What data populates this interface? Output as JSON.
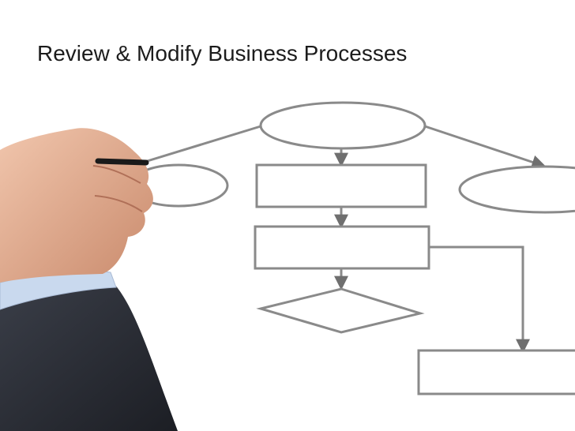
{
  "slide": {
    "title": "Review & Modify Business Processes"
  },
  "diagram": {
    "nodes": [
      {
        "id": "top-oval",
        "shape": "oval"
      },
      {
        "id": "left-oval",
        "shape": "oval",
        "partially_hidden": true
      },
      {
        "id": "right-oval",
        "shape": "oval",
        "partially_hidden": true
      },
      {
        "id": "process-box-1",
        "shape": "rectangle"
      },
      {
        "id": "process-box-2",
        "shape": "rectangle"
      },
      {
        "id": "decision-diamond",
        "shape": "diamond"
      },
      {
        "id": "bottom-right-box",
        "shape": "rectangle",
        "partially_hidden": true
      }
    ],
    "connectors": [
      {
        "from": "top-oval",
        "to": "left-oval"
      },
      {
        "from": "top-oval",
        "to": "process-box-1"
      },
      {
        "from": "top-oval",
        "to": "right-oval"
      },
      {
        "from": "process-box-1",
        "to": "process-box-2"
      },
      {
        "from": "process-box-2",
        "to": "decision-diamond"
      },
      {
        "from": "process-box-2",
        "to": "bottom-right-box"
      }
    ],
    "colors": {
      "line": "#8a8a8a",
      "suit": "#2b2e36",
      "shirt": "#c9d9ee",
      "skin": "#e2a98e"
    }
  },
  "illustration": {
    "subject": "hand-drawing-flowchart"
  }
}
